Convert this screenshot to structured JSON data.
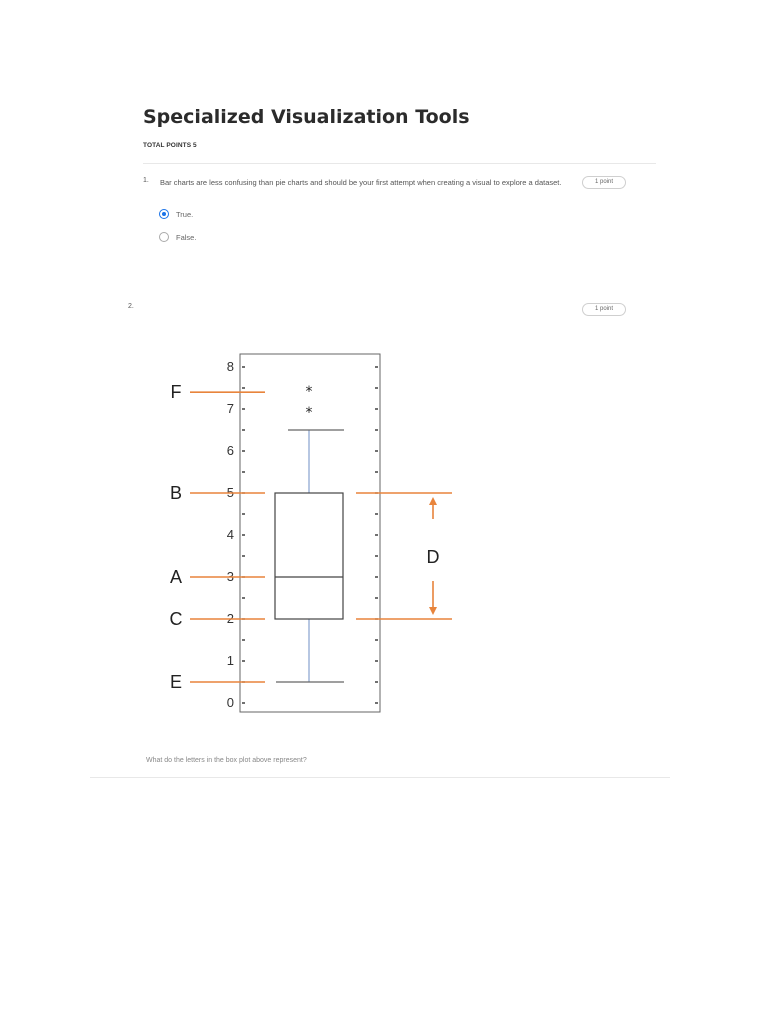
{
  "page": {
    "title": "Specialized Visualization Tools",
    "total_points": "TOTAL POINTS 5"
  },
  "questions": [
    {
      "number": "1.",
      "text": "Bar charts are less confusing than pie charts and should be your first attempt when creating a visual to explore a dataset.",
      "points": "1 point",
      "options": [
        {
          "label": "True.",
          "selected": true
        },
        {
          "label": "False.",
          "selected": false
        }
      ]
    },
    {
      "number": "2.",
      "points": "1 point",
      "text": "What do the letters in the box plot above represent?"
    }
  ],
  "colors": {
    "accent": "#1a73e8",
    "annotation": "#e8843c",
    "whisker": "#9fb4d8",
    "axis": "#555555"
  },
  "chart_data": {
    "type": "box",
    "yticks": [
      "0",
      "1",
      "2",
      "3",
      "4",
      "5",
      "6",
      "7",
      "8"
    ],
    "ylim": [
      0,
      8.3
    ],
    "box": {
      "min": 0.5,
      "q1": 2.0,
      "median": 3.0,
      "q3": 5.0,
      "max": 6.5
    },
    "outliers": [
      7.0,
      7.5
    ],
    "annotations": [
      {
        "letter": "F",
        "value": 7.4
      },
      {
        "letter": "B",
        "value": 5.0
      },
      {
        "letter": "A",
        "value": 3.0
      },
      {
        "letter": "C",
        "value": 2.0
      },
      {
        "letter": "E",
        "value": 0.5
      }
    ],
    "range_annotation": {
      "letter": "D",
      "from": 2.0,
      "to": 5.0
    }
  }
}
